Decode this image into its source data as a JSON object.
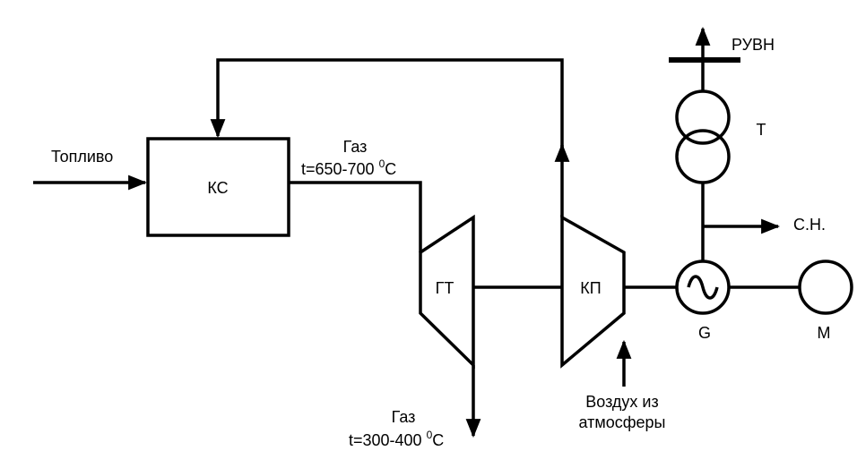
{
  "diagram": {
    "labels": {
      "fuel": "Топливо",
      "combustor": "КС",
      "gas_in_title": "Газ",
      "gas_in_temp": "t=650-700",
      "gas_in_temp_sup": "0",
      "gas_in_temp_unit": "C",
      "turbine": "ГТ",
      "compressor": "КП",
      "gas_out_title": "Газ",
      "gas_out_temp": "t=300-400",
      "gas_out_temp_sup": "0",
      "gas_out_temp_unit": "C",
      "air_line1": "Воздух из",
      "air_line2": "атмосферы",
      "generator": "G",
      "motor": "M",
      "transformer": "Т",
      "busbar": "РУВН",
      "aux": "С.Н."
    }
  }
}
